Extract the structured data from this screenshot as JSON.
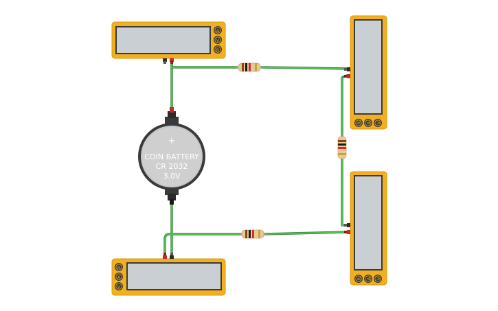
{
  "battery": {
    "line1": "COIN BATTERY",
    "line2": "CR 2032",
    "line3": "3.0V",
    "plus_symbol": "+"
  },
  "multimeter_top_left": {
    "buttons": [
      "A",
      "V",
      "R"
    ],
    "display": ""
  },
  "multimeter_bottom_left": {
    "buttons": [
      "R",
      "A",
      "V"
    ],
    "display": ""
  },
  "multimeter_top_right": {
    "buttons": [
      "R",
      "A",
      "V"
    ],
    "display": ""
  },
  "multimeter_bottom_right": {
    "buttons": [
      "R",
      "A",
      "V"
    ],
    "display": ""
  },
  "colors": {
    "multimeter_body": "#f2b01e",
    "display": "#c9cfd3",
    "wire": "#4caf50",
    "battery": "#3a3a3a",
    "resistor_body": "#e8c99a"
  },
  "icons": {
    "resistor": "resistor-icon",
    "probe_pos": "red-probe-terminal-icon",
    "probe_neg": "black-probe-terminal-icon"
  }
}
